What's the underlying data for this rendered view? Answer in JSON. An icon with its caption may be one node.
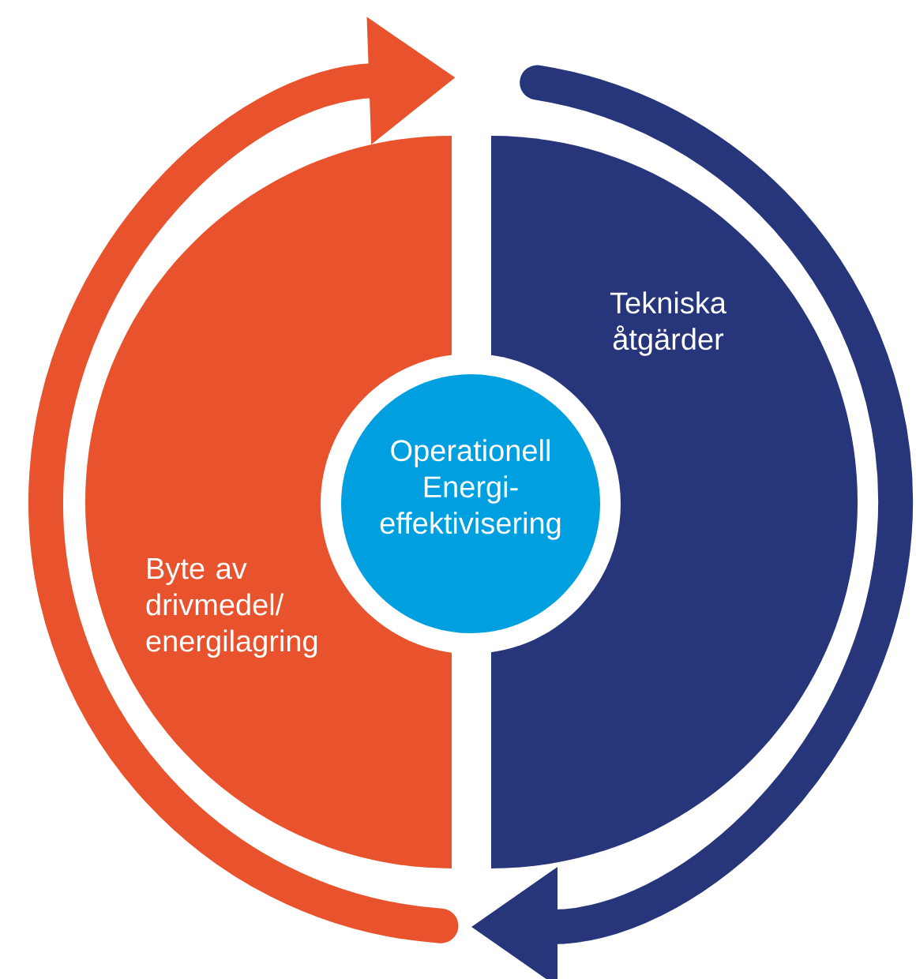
{
  "diagram": {
    "nodes": [
      {
        "text": [
          "Tekniska åtgärder"
        ]
      },
      {
        "text": [
          "Operationell Energi- effektivisering"
        ]
      },
      {
        "text": [
          "Byte av drivmedel/ energilagring"
        ]
      }
    ]
  }
}
